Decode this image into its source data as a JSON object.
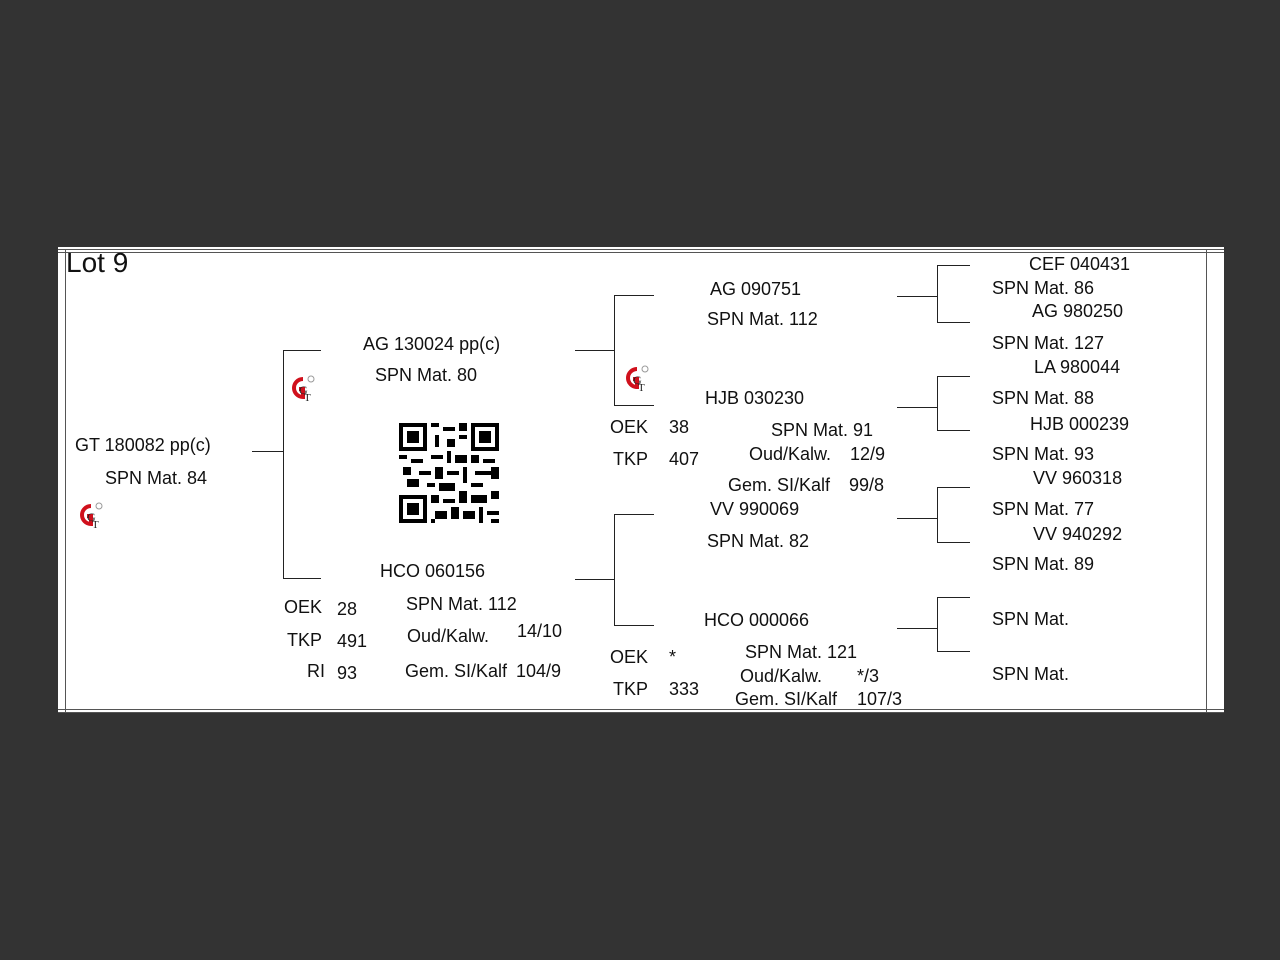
{
  "lot": {
    "title": "Lot 9"
  },
  "subject": {
    "id": "GT  180082  pp(c)",
    "spn": "SPN Mat. 84"
  },
  "sire": {
    "id": "AG  130024  pp(c)",
    "spn": "SPN Mat. 80"
  },
  "dam": {
    "id": "HCO 060156",
    "spn": "SPN Mat. 112",
    "stats": {
      "oek_label": "OEK",
      "oek_value": "28",
      "tkp_label": "TKP",
      "tkp_value": "491",
      "ri_label": "RI",
      "ri_value": "93",
      "oud_label": "Oud/Kalw.",
      "oud_value": "14/10",
      "gem_label": "Gem. SI/Kalf",
      "gem_value": "104/9"
    }
  },
  "sire_sire": {
    "id": "AG  090751",
    "spn": "SPN Mat. 112"
  },
  "sire_dam": {
    "id": "HJB 030230",
    "spn": "SPN Mat. 91",
    "stats": {
      "oek_label": "OEK",
      "oek_value": "38",
      "tkp_label": "TKP",
      "tkp_value": "407",
      "oud_label": "Oud/Kalw.",
      "oud_value": "12/9",
      "gem_label": "Gem. SI/Kalf",
      "gem_value": "99/8"
    }
  },
  "dam_sire": {
    "id": "VV  990069",
    "spn": "SPN Mat. 82"
  },
  "dam_dam": {
    "id": "HCO 000066",
    "spn": "SPN Mat. 121",
    "stats": {
      "oek_label": "OEK",
      "oek_value": "*",
      "tkp_label": "TKP",
      "tkp_value": "333",
      "oud_label": "Oud/Kalw.",
      "oud_value": "*/3",
      "gem_label": "Gem. SI/Kalf",
      "gem_value": "107/3"
    }
  },
  "gen3": [
    {
      "id": "CEF 040431",
      "spn": "SPN Mat. 86"
    },
    {
      "id": "AG  980250",
      "spn": "SPN Mat. 127"
    },
    {
      "id": "LA  980044",
      "spn": "SPN Mat. 88"
    },
    {
      "id": "HJB 000239",
      "spn": "SPN Mat. 93"
    },
    {
      "id": "VV  960318",
      "spn": "SPN Mat. 77"
    },
    {
      "id": "VV  940292",
      "spn": "SPN Mat. 89"
    },
    {
      "id": "",
      "spn": "SPN Mat."
    },
    {
      "id": "",
      "spn": "SPN Mat."
    }
  ],
  "logo": {
    "text": "GT",
    "color": "#d0101c"
  },
  "icons": {
    "logo": "gt-logo-icon",
    "qr": "qr-code-icon"
  }
}
